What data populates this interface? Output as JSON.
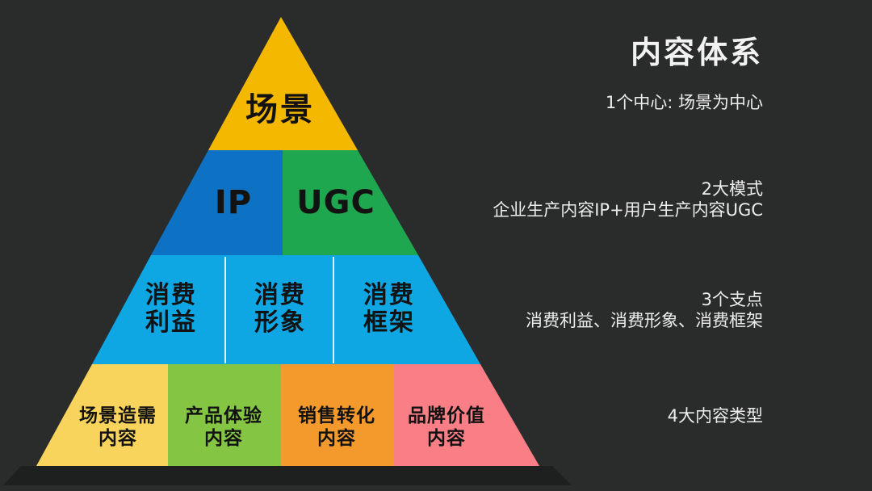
{
  "slide": {
    "title": "内容体系"
  },
  "pyramid": {
    "level1": {
      "label": "场景",
      "color": "#F5B800"
    },
    "level2": {
      "left": {
        "label": "IP",
        "color": "#0E72C4"
      },
      "right": {
        "label": "UGC",
        "color": "#1FA750"
      }
    },
    "level3": {
      "color": "#0FA6E4",
      "divider_color": "#D8F1FB",
      "cells": [
        {
          "line1": "消费",
          "line2": "利益"
        },
        {
          "line1": "消费",
          "line2": "形象"
        },
        {
          "line1": "消费",
          "line2": "框架"
        }
      ]
    },
    "level4": {
      "cells": [
        {
          "line1": "场景造需",
          "line2": "内容",
          "color": "#F9D45C"
        },
        {
          "line1": "产品体验",
          "line2": "内容",
          "color": "#84C644"
        },
        {
          "line1": "销售转化",
          "line2": "内容",
          "color": "#F49A2D"
        },
        {
          "line1": "品牌价值",
          "line2": "内容",
          "color": "#F97E86"
        }
      ]
    },
    "shadow_color": "#1E201F"
  },
  "annotations": [
    {
      "lines": [
        "1个中心: 场景为中心"
      ]
    },
    {
      "lines": [
        "2大模式",
        "企业生产内容IP+用户生产内容UGC"
      ]
    },
    {
      "lines": [
        "3个支点",
        "消费利益、消费形象、消费框架"
      ]
    },
    {
      "lines": [
        "4大内容类型"
      ]
    }
  ],
  "colors": {
    "background": "#2A2C2B",
    "annotation_text": "#EDEDED",
    "pyramid_text": "#121212"
  }
}
